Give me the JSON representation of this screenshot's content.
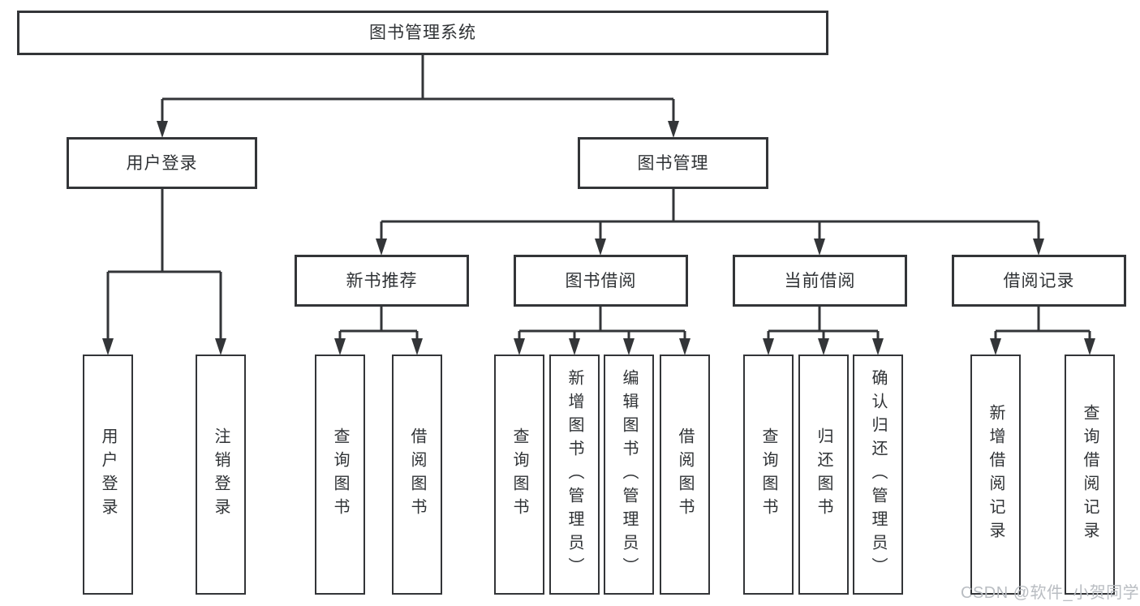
{
  "diagram": {
    "type": "hierarchy-tree",
    "line_color": "#333538",
    "box_border_color": "#333538",
    "box_fill_color": "#ffffff",
    "text_color": "#2f3235",
    "watermark_color": "#b9bdc2"
  },
  "root": {
    "label": "图书管理系统"
  },
  "branches": [
    {
      "label": "用户登录",
      "leaves": [
        {
          "label": "用户登录"
        },
        {
          "label": "注销登录"
        }
      ]
    },
    {
      "label": "图书管理",
      "subbranches": [
        {
          "label": "新书推荐",
          "leaves": [
            {
              "label": "查询图书"
            },
            {
              "label": "借阅图书"
            }
          ]
        },
        {
          "label": "图书借阅",
          "leaves": [
            {
              "label": "查询图书"
            },
            {
              "label": "新增图书（管理员）"
            },
            {
              "label": "编辑图书（管理员）"
            },
            {
              "label": "借阅图书"
            }
          ]
        },
        {
          "label": "当前借阅",
          "leaves": [
            {
              "label": "查询图书"
            },
            {
              "label": "归还图书"
            },
            {
              "label": "确认归还（管理员）"
            }
          ]
        },
        {
          "label": "借阅记录",
          "leaves": [
            {
              "label": "新增借阅记录"
            },
            {
              "label": "查询借阅记录"
            }
          ]
        }
      ]
    }
  ],
  "watermark": {
    "text": "CSDN @软件_小贺同学"
  }
}
